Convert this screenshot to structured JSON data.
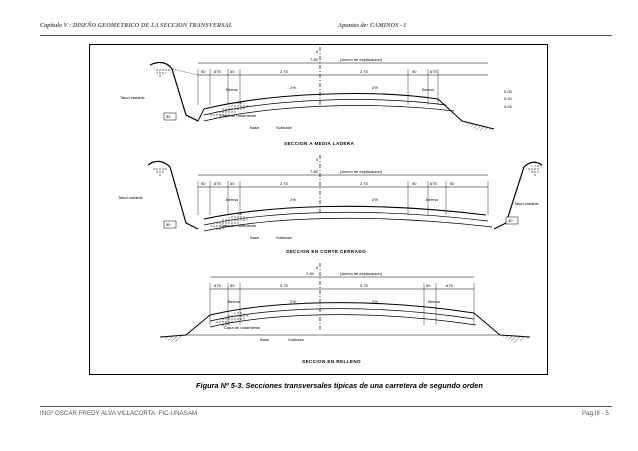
{
  "header": {
    "left": "Capítulo V : DISEÑO GEOMETRICO DE LA SECCION TRANSVERSAL",
    "right": "Apuntes de: CAMINOS - I"
  },
  "figure": {
    "caption": "Figura Nº 5-3. Secciones transversales típicas de una carretera de segundo orden",
    "sections": [
      {
        "title": "SECCION  A  MEDIA  LADERA",
        "explanation": "(Ancho de explanación)",
        "total_width": "7.65",
        "dims": [
          "50",
          "675",
          "50",
          "2.75",
          "2.75",
          "50",
          "675"
        ],
        "slope_left": "2%",
        "slope_right": "2%",
        "labels": [
          "Berma",
          "Berma",
          "Talud variable",
          "Capa de rodamiento",
          "Base",
          "Subbase"
        ],
        "side_dims": [
          "0.05",
          "0.20",
          "0.25"
        ],
        "ditch": "50"
      },
      {
        "title": "SECCION  EN  CORTE  CERRADO",
        "explanation": "(Ancho de explanación)",
        "total_width": "7.65",
        "dims": [
          "50",
          "675",
          "50",
          "2.75",
          "2.75",
          "50",
          "675",
          "50"
        ],
        "slope_left": "2%",
        "slope_right": "2%",
        "labels": [
          "Berma",
          "Berma",
          "Talud variable",
          "Talud variable",
          "Capa de rodamiento",
          "Base",
          "Subbase"
        ],
        "ditch_left": "50",
        "ditch_right": "50"
      },
      {
        "title": "SECCION  EN  RELLENO",
        "explanation": "(Ancho de explanación)",
        "total_width": "7.65",
        "dims": [
          "675",
          "50",
          "2.75",
          "2.75",
          "50",
          "675"
        ],
        "slope_left": "2%",
        "slope_right": "2%",
        "labels": [
          "Berma",
          "Berma",
          "Capa de rodamiento",
          "Base",
          "Subbase"
        ]
      }
    ]
  },
  "footer": {
    "left": "INGº OSCAR FREDY ALVA VILLACORTA: FIC-UNASAM",
    "right": "Pag.III - 5"
  }
}
